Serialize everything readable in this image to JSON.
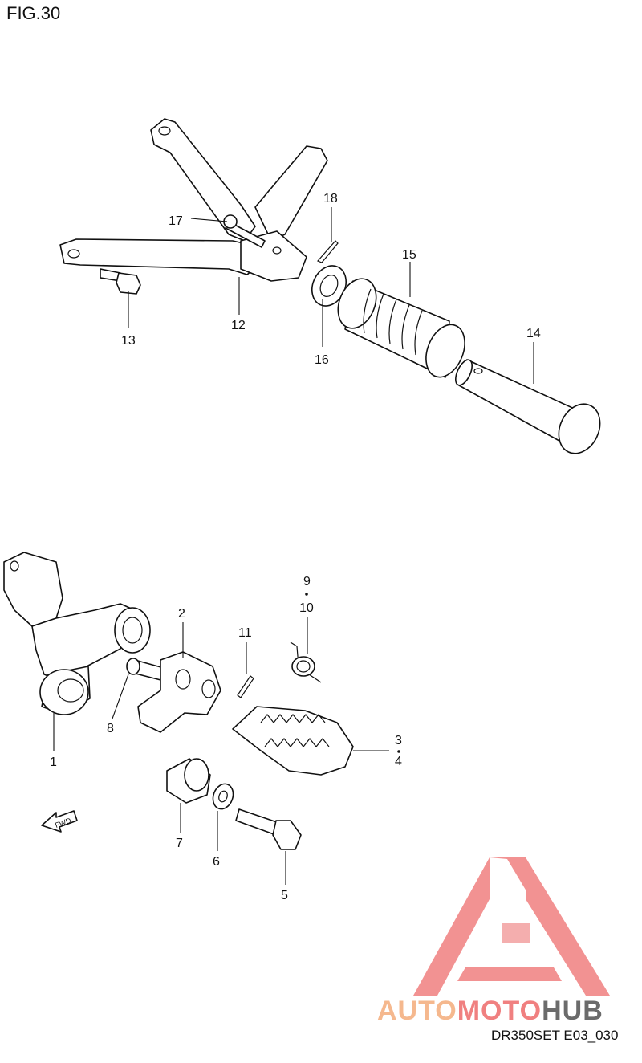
{
  "figure": {
    "title": "FIG.30",
    "code": "DR350SET E03_030"
  },
  "logo": {
    "part1": "AUTO",
    "part2": "MOTO",
    "part3": "HUB",
    "color_primary": "#f08080",
    "color_secondary": "#f5b88e"
  },
  "fwd_label": "FWD",
  "callouts": {
    "c1": "1",
    "c2": "2",
    "c3": "3",
    "c4": "4",
    "c5": "5",
    "c6": "6",
    "c7": "7",
    "c8": "8",
    "c9": "9",
    "c10": "10",
    "c11": "11",
    "c12": "12",
    "c13": "13",
    "c14": "14",
    "c15": "15",
    "c16": "16",
    "c17": "17",
    "c18": "18"
  }
}
